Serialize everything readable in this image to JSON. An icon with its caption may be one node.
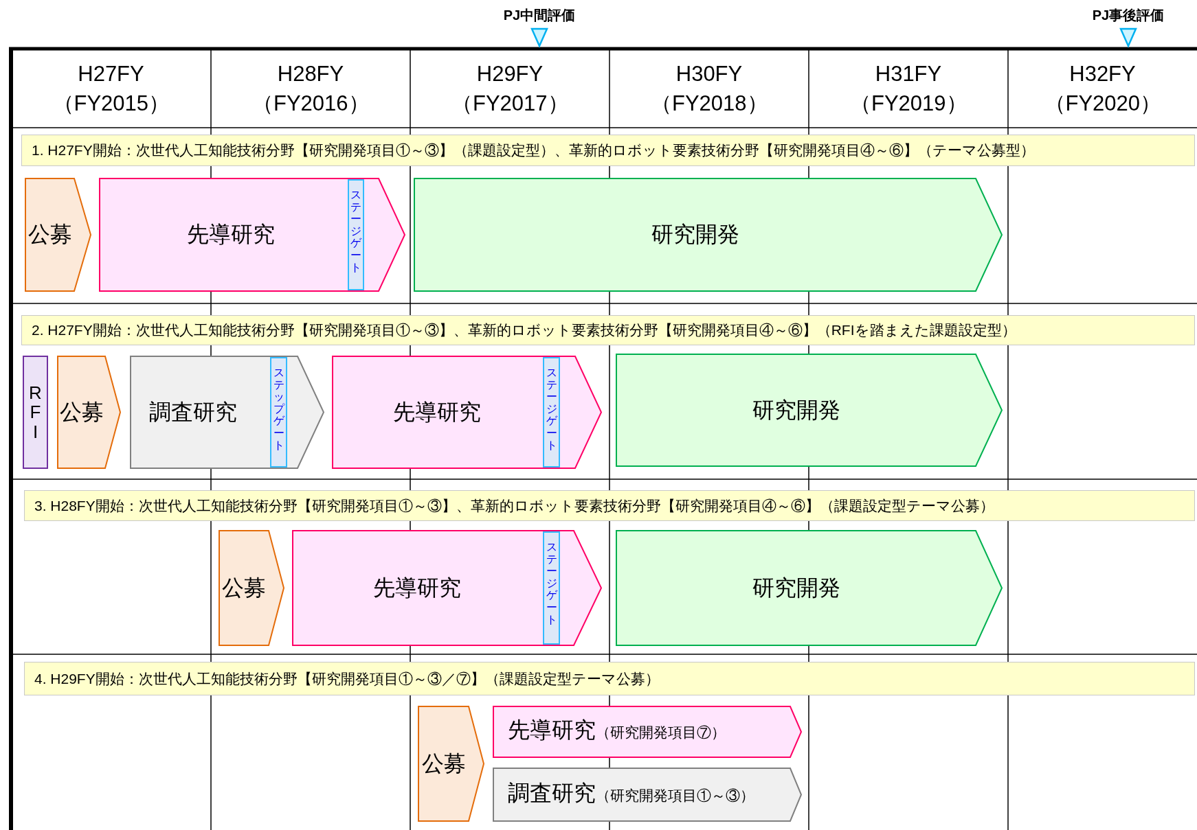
{
  "diagram": {
    "nodes": [
      {
        "text": [
          "1. H27FY開始：次世代人工知能技術分野【研究開発項目①～③】（課題設定型）、革新的ロボット要素技術分野【研究開発項目④～⑥】（テーマ公募型）"
        ]
      },
      {
        "text": [
          "公募"
        ]
      },
      {
        "text": [
          "先導研究"
        ]
      },
      {
        "text": [
          "ステージゲート"
        ],
        "in": 2
      },
      {
        "text": [
          "研究開発"
        ]
      },
      {
        "text": [
          "2. H27FY開始：次世代人工知能技術分野【研究開発項目①～③】、革新的ロボット要素技術分野【研究開発項目④～⑥】（RFIを踏まえた課題設定型）"
        ]
      },
      {
        "text": [
          "RFI"
        ]
      },
      {
        "text": [
          "公募"
        ]
      },
      {
        "text": [
          "調査研究"
        ]
      },
      {
        "text": [
          "ステップゲート"
        ],
        "in": 8
      },
      {
        "text": [
          "先導研究"
        ]
      },
      {
        "text": [
          "ステージゲート"
        ],
        "in": 10
      },
      {
        "text": [
          "研究開発"
        ]
      },
      {
        "text": [
          "3. H28FY開始：次世代人工知能技術分野【研究開発項目①～③】、革新的ロボット要素技術分野【研究開発項目④～⑥】（課題設定型テーマ公募）"
        ]
      },
      {
        "text": [
          "公募"
        ]
      },
      {
        "text": [
          "先導研究"
        ]
      },
      {
        "text": [
          "ステージゲート"
        ],
        "in": 15
      },
      {
        "text": [
          "研究開発"
        ]
      },
      {
        "text": [
          "4. H29FY開始：次世代人工知能技術分野【研究開発項目①～③／⑦】（課題設定型テーマ公募）"
        ]
      },
      {
        "text": [
          "公募"
        ]
      },
      {
        "text": [
          "先導研究",
          "（研究開発項目⑦）"
        ]
      },
      {
        "text": [
          "調査研究",
          "（研究開発項目①～③）"
        ]
      }
    ],
    "labels": [
      "PJ中間評価",
      "PJ事後評価",
      "H27FY （FY2015）",
      "H28FY （FY2016）",
      "H29FY （FY2017）",
      "H30FY （FY2018）",
      "H31FY （FY2019）",
      "H32FY （FY2020）"
    ]
  }
}
